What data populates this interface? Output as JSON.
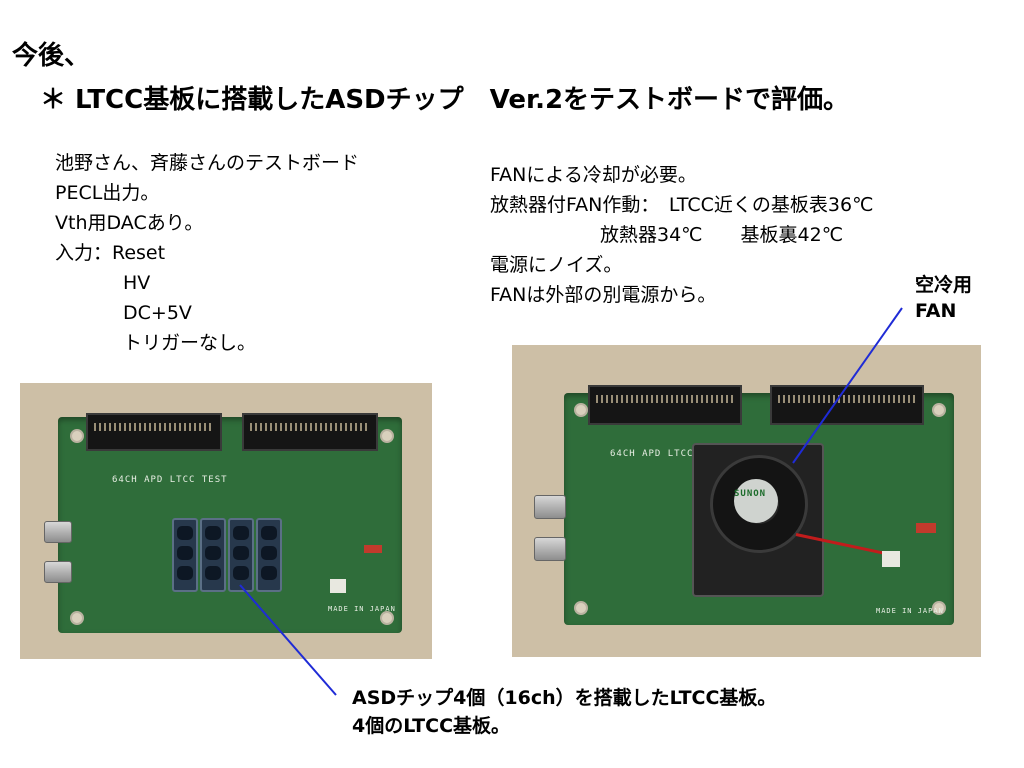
{
  "title": {
    "line1": "今後、",
    "line2": "＊ LTCC基板に搭載したASDチップ　Ver.2をテストボードで評価。"
  },
  "left_notes": [
    "池野さん、斉藤さんのテストボード",
    "PECL出力。",
    "Vth用DACあり。",
    "入力：Reset",
    "HV",
    "DC+5V",
    "トリガーなし。"
  ],
  "right_notes": [
    "FANによる冷却が必要。",
    "放熱器付FAN作動：　LTCC近くの基板表36℃",
    "放熱器34℃　　基板裏42℃",
    "電源にノイズ。",
    "FANは外部の別電源から。"
  ],
  "fan_callout": [
    "空冷用",
    "FAN"
  ],
  "bottom_caption": [
    "ASDチップ4個（16ch）を搭載したLTCC基板。",
    "4個のLTCC基板。"
  ],
  "photo_left": {
    "board_label": "64CH APD LTCC TEST",
    "made_in": "MADE IN JAPAN"
  },
  "photo_right": {
    "board_label": "64CH APD LTCC",
    "fan_brand": "SUNON",
    "made_in": "MADE IN JAPAN"
  },
  "colors": {
    "callout_line": "#1f2bd6",
    "pcb": "#2f6d3a",
    "photo_bg": "#cdbfa6"
  }
}
